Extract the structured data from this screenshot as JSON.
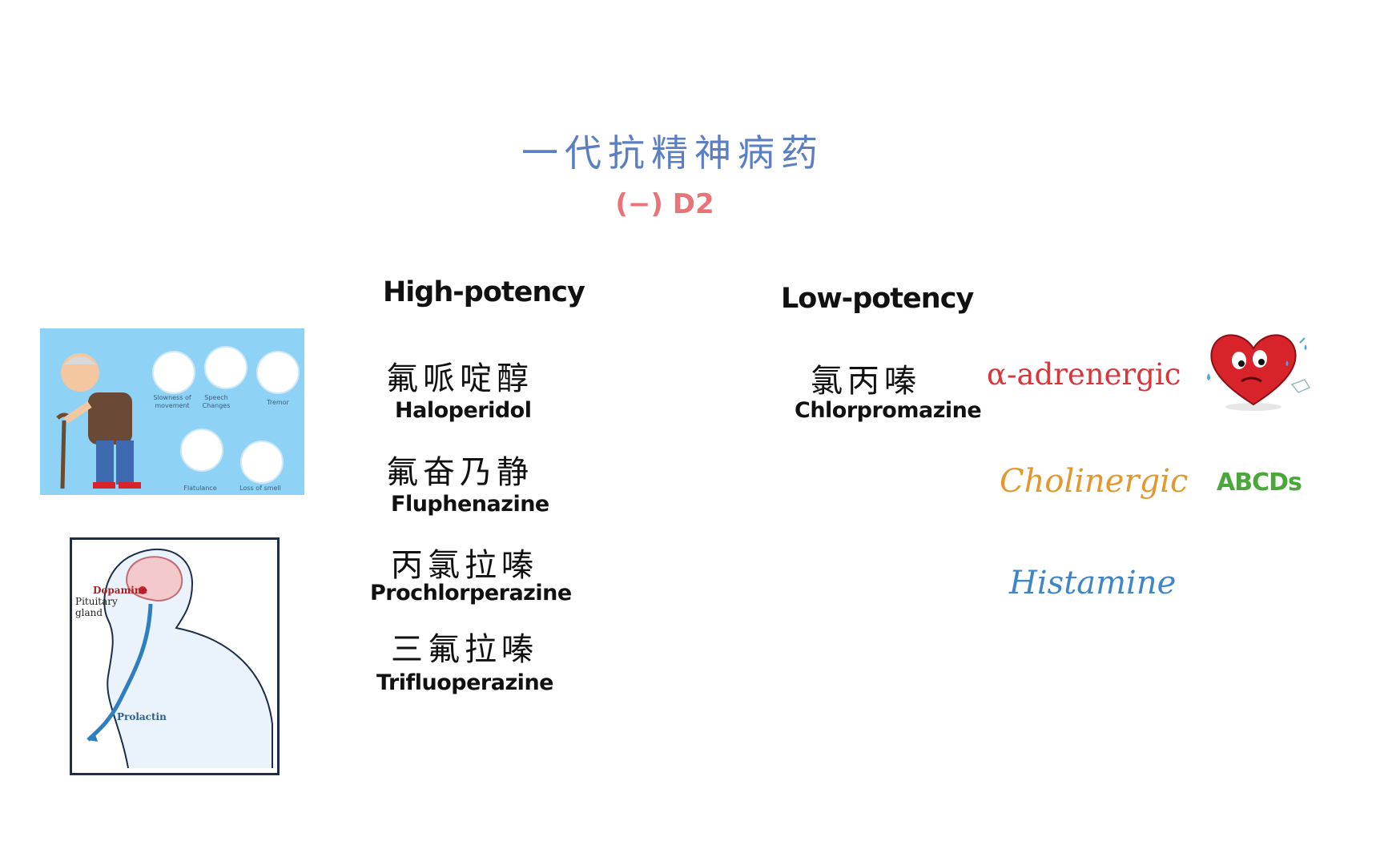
{
  "title": "一代抗精神病药",
  "subtitle": "(−) D2",
  "high_potency": {
    "heading": "High-potency",
    "drugs": [
      {
        "cn": "氟哌啶醇",
        "en": "Haloperidol"
      },
      {
        "cn": "氟奋乃静",
        "en": "Fluphenazine"
      },
      {
        "cn": "丙氯拉嗪",
        "en": "Prochlorperazine"
      },
      {
        "cn": "三氟拉嗪",
        "en": "Trifluoperazine"
      }
    ]
  },
  "low_potency": {
    "heading": "Low-potency",
    "drugs": [
      {
        "cn": "氯丙嗪",
        "en": "Chlorpromazine"
      }
    ]
  },
  "side_effects": {
    "alpha": "α-adrenergic",
    "cholinergic": "Cholinergic",
    "abcds": "ABCDs",
    "histamine": "Histamine"
  },
  "parkinson_panel": {
    "symptoms": [
      "Slowness of movement",
      "Speech Changes",
      "Tremor",
      "Flatulance",
      "Loss of smell"
    ]
  },
  "brain_diagram": {
    "dopamine": "Dopamine",
    "pituitary": "Pituitary gland",
    "prolactin": "Prolactin"
  },
  "colors": {
    "title": "#5b7fc0",
    "subtitle": "#e8747a",
    "alpha": "#d9353d",
    "cholinergic": "#e3972f",
    "abcds": "#4aa83a",
    "histamine": "#3f86c8"
  },
  "icons": [
    "elderly-parkinson-illustration",
    "brain-prolactin-diagram",
    "fainting-heart-icon"
  ]
}
